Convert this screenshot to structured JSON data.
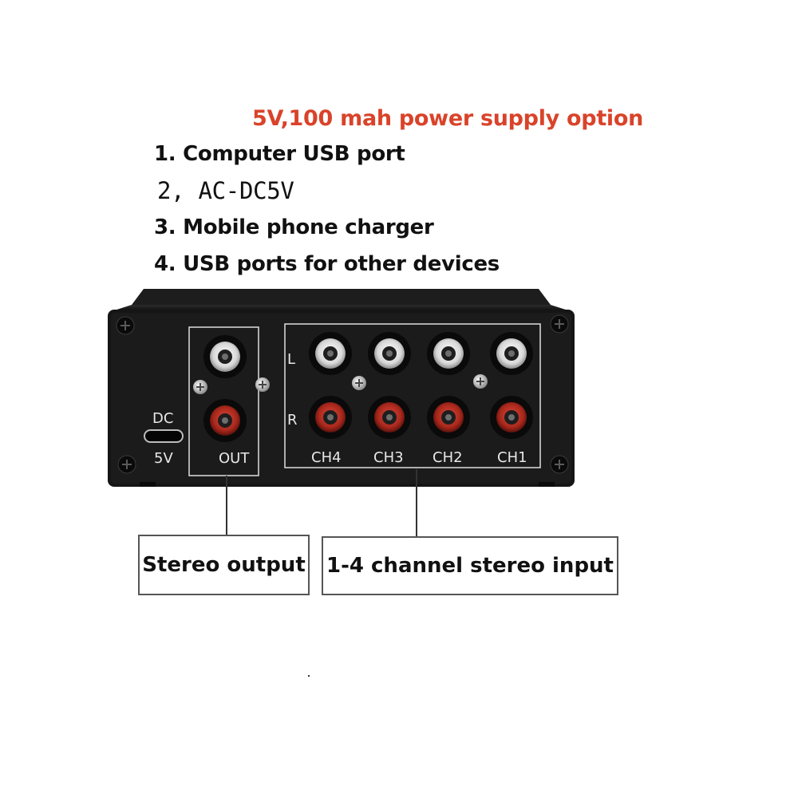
{
  "headline": "5V,100 mah power supply option",
  "options": [
    "1. Computer USB port",
    "2, AC-DC5V",
    "3. Mobile phone charger",
    "4. USB ports for other devices"
  ],
  "device": {
    "dc_label": "DC",
    "volt_label": "5V",
    "out_label": "OUT",
    "left_label": "L",
    "right_label": "R",
    "channels": [
      "CH4",
      "CH3",
      "CH2",
      "CH1"
    ]
  },
  "callouts": {
    "stereo_output": "Stereo output",
    "stereo_input": "1-4 channel stereo input"
  },
  "colors": {
    "headline": "#d9432a",
    "body": "#1a1a1a",
    "rca_white": "#e6e6e6",
    "rca_red": "#b0281e"
  }
}
